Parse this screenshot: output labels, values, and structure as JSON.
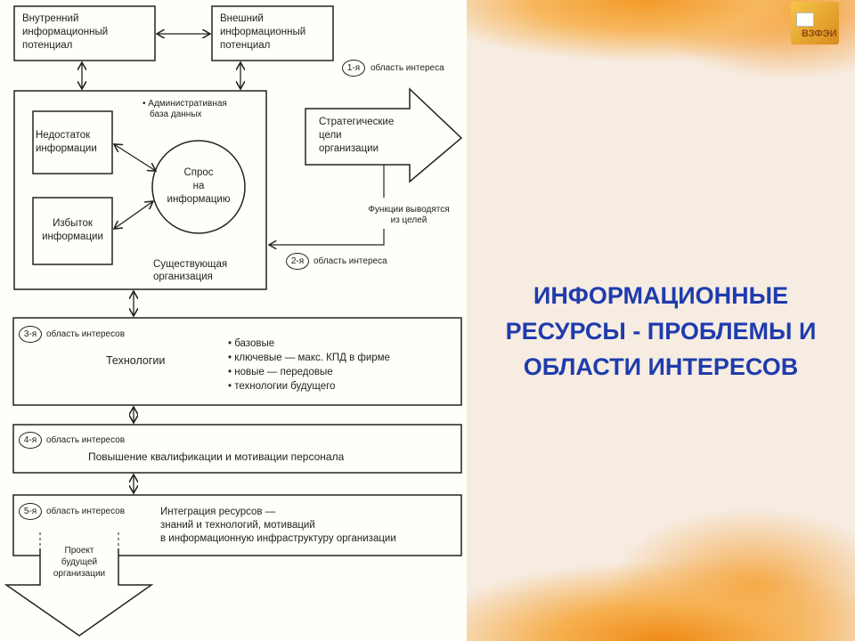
{
  "slide_title": [
    "ИНФОРМАЦИОННЫЕ",
    "РЕСУРСЫ - ПРОБЛЕМЫ И",
    "ОБЛАСТИ ИНТЕРЕСОВ"
  ],
  "logo_text": "ВЗФЭИ",
  "diagram": {
    "internal": [
      "Внутренний",
      "информационный",
      "потенциал"
    ],
    "external": [
      "Внешний",
      "информационный",
      "потенциал"
    ],
    "admin_db": [
      "• Административная",
      "база данных"
    ],
    "lack": [
      "Недостаток",
      "информации"
    ],
    "excess": [
      "Избыток",
      "информации"
    ],
    "demand": [
      "Спрос",
      "на",
      "информацию"
    ],
    "existing_org": [
      "Существующая",
      "организация"
    ],
    "strategic": [
      "Стратегические",
      "цели",
      "организации"
    ],
    "functions": [
      "Функции выводятся",
      "из целей"
    ],
    "area1": {
      "badge": "1-я",
      "label": "область интереса"
    },
    "area2": {
      "badge": "2-я",
      "label": "область интереса"
    },
    "area3": {
      "badge": "3-я",
      "label": "область интересов",
      "title": "Технологии",
      "bullets": [
        "• базовые",
        "• ключевые — макс. КПД в фирме",
        "• новые — передовые",
        "• технологии будущего"
      ]
    },
    "area4": {
      "badge": "4-я",
      "label": "область интересов",
      "title": "Повышение квалификации и мотивации персонала"
    },
    "area5": {
      "badge": "5-я",
      "label": "область интересов",
      "text": [
        "Интеграция ресурсов —",
        "знаний и технологий, мотиваций",
        "в информационную инфраструктуру организации"
      ]
    },
    "project": [
      "Проект",
      "будущей",
      "организации"
    ]
  }
}
